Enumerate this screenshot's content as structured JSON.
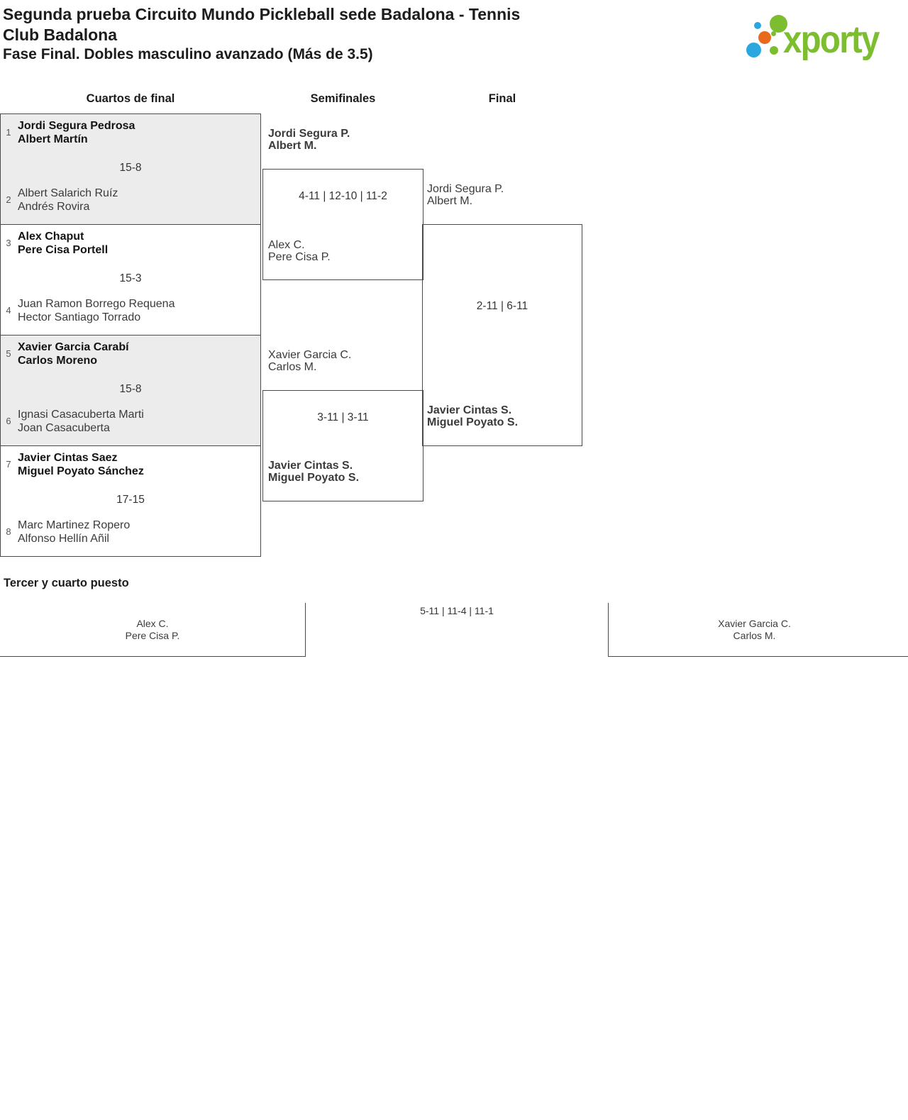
{
  "header": {
    "title_line1": "Segunda prueba Circuito Mundo Pickleball sede Badalona - Tennis",
    "title_line2": "Club Badalona",
    "subtitle": "Fase Final. Dobles masculino avanzado (Más de 3.5)",
    "logo_text": "xporty"
  },
  "colors": {
    "brand_green": "#7cbe2f",
    "brand_blue": "#2ba7e0",
    "brand_orange": "#e96a1c",
    "line": "#4a4a4a",
    "box_gray": "#ececec"
  },
  "bracket": {
    "round_headers": [
      "Cuartos de final",
      "Semifinales",
      "Final"
    ],
    "quarterfinals": [
      {
        "seed_top": "1",
        "team_top_1": "Jordi Segura Pedrosa",
        "team_top_2": "Albert Martín",
        "top_winner": true,
        "score": "15-8",
        "seed_bottom": "2",
        "team_bottom_1": "Albert Salarich Ruíz",
        "team_bottom_2": "Andrés Rovira",
        "bottom_winner": false
      },
      {
        "seed_top": "3",
        "team_top_1": "Alex Chaput",
        "team_top_2": "Pere Cisa Portell",
        "top_winner": true,
        "score": "15-3",
        "seed_bottom": "4",
        "team_bottom_1": "Juan Ramon Borrego Requena",
        "team_bottom_2": "Hector Santiago Torrado",
        "bottom_winner": false
      },
      {
        "seed_top": "5",
        "team_top_1": "Xavier Garcia Carabí",
        "team_top_2": "Carlos Moreno",
        "top_winner": true,
        "score": "15-8",
        "seed_bottom": "6",
        "team_bottom_1": "Ignasi Casacuberta Marti",
        "team_bottom_2": "Joan Casacuberta",
        "bottom_winner": false
      },
      {
        "seed_top": "7",
        "team_top_1": "Javier Cintas Saez",
        "team_top_2": "Miguel Poyato Sánchez",
        "top_winner": true,
        "score": "17-15",
        "seed_bottom": "8",
        "team_bottom_1": "Marc Martinez Ropero",
        "team_bottom_2": "Alfonso Hellín Añil",
        "bottom_winner": false
      }
    ],
    "semifinals": [
      {
        "team_top_1": "Jordi Segura P.",
        "team_top_2": "Albert M.",
        "top_winner": true,
        "score": "4-11 | 12-10 | 11-2",
        "team_bottom_1": "Alex C.",
        "team_bottom_2": "Pere Cisa P.",
        "bottom_winner": false
      },
      {
        "team_top_1": "Xavier Garcia C.",
        "team_top_2": "Carlos M.",
        "top_winner": false,
        "score": "3-11 | 3-11",
        "team_bottom_1": "Javier Cintas S.",
        "team_bottom_2": "Miguel Poyato S.",
        "bottom_winner": true
      }
    ],
    "final": {
      "team_top_1": "Jordi Segura P.",
      "team_top_2": "Albert M.",
      "top_winner": false,
      "score": "2-11 | 6-11",
      "team_bottom_1": "Javier Cintas S.",
      "team_bottom_2": "Miguel Poyato S.",
      "bottom_winner": true
    }
  },
  "third_place": {
    "heading": "Tercer y cuarto puesto",
    "team_left_1": "Alex C.",
    "team_left_2": "Pere Cisa P.",
    "score": "5-11 | 11-4 | 11-1",
    "team_right_1": "Xavier Garcia C.",
    "team_right_2": "Carlos M."
  }
}
